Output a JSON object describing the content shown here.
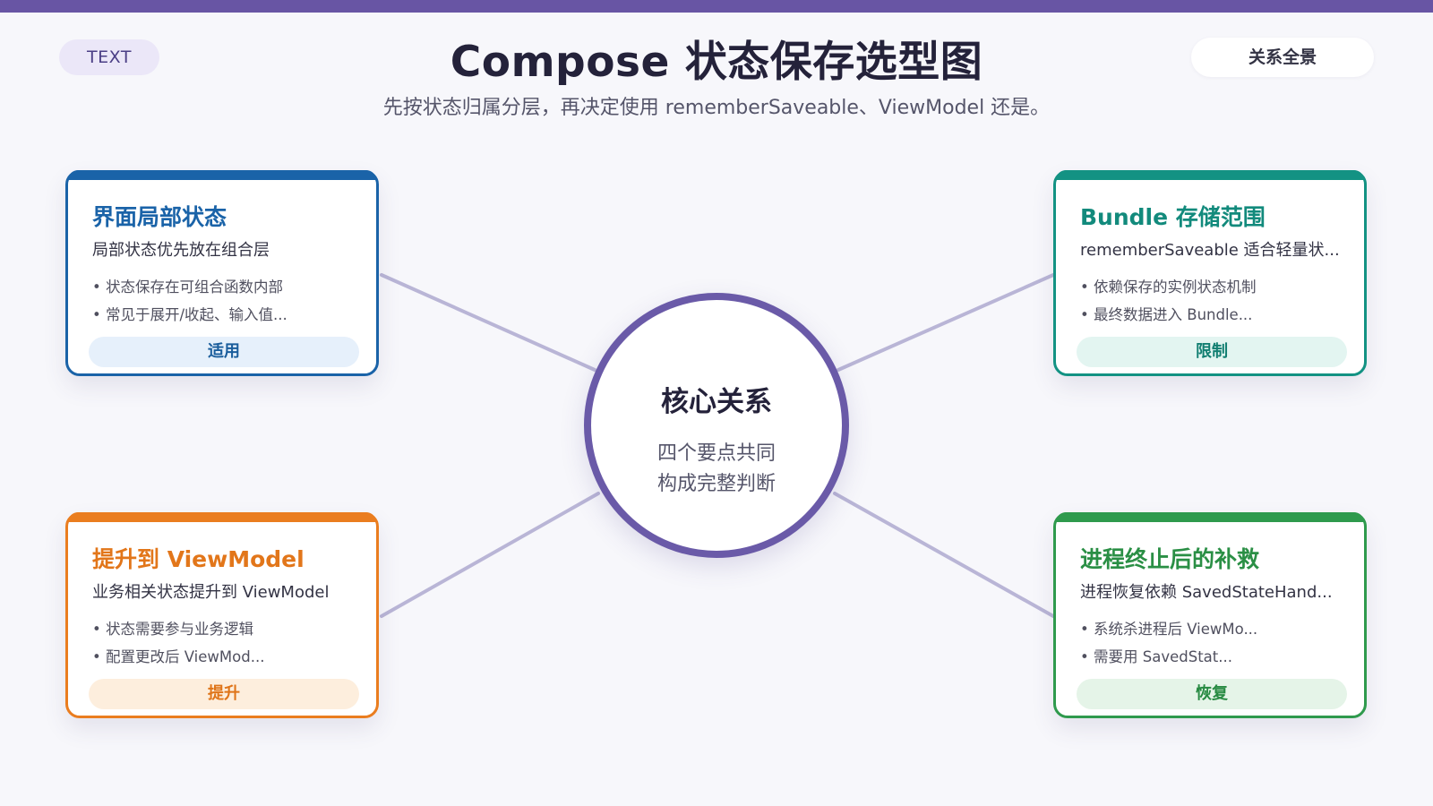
{
  "header": {
    "tag_label": "TEXT",
    "view_button_label": "关系全景",
    "title": "Compose 状态保存选型图",
    "subtitle": "先按状态归属分层，再决定使用 rememberSaveable、ViewModel 还是。"
  },
  "hub": {
    "title": "核心关系",
    "line1": "四个要点共同",
    "line2": "构成完整判断",
    "color": "#6a5aa8"
  },
  "connector_color": "#b9b5d6",
  "cards": {
    "top_left": {
      "title": "界面局部状态",
      "subtitle": "局部状态优先放在组合层",
      "bullets": [
        "状态保存在可组合函数内部",
        "常见于展开/收起、输入值..."
      ],
      "badge": "适用",
      "color": "#1a63a8"
    },
    "top_right": {
      "title": "Bundle 存储范围",
      "subtitle": "rememberSaveable 适合轻量状...",
      "bullets": [
        "依赖保存的实例状态机制",
        "最终数据进入 Bundle..."
      ],
      "badge": "限制",
      "color": "#139283"
    },
    "bottom_left": {
      "title": "提升到 ViewModel",
      "subtitle": "业务相关状态提升到 ViewModel",
      "bullets": [
        "状态需要参与业务逻辑",
        "配置更改后 ViewMod..."
      ],
      "badge": "提升",
      "color": "#ea7d1f"
    },
    "bottom_right": {
      "title": "进程终止后的补救",
      "subtitle": "进程恢复依赖 SavedStateHand...",
      "bullets": [
        "系统杀进程后 ViewMo...",
        "需要用 SavedStat..."
      ],
      "badge": "恢复",
      "color": "#2f9a4d"
    }
  }
}
